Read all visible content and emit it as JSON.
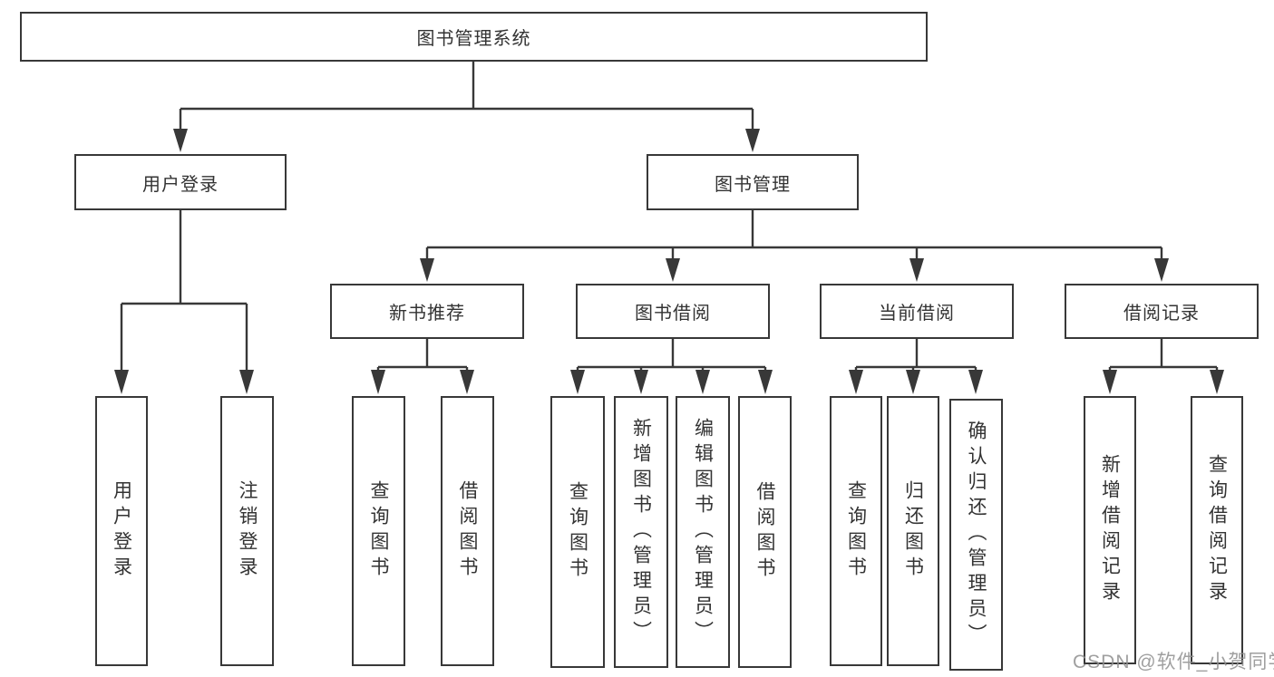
{
  "colors": {
    "background": "#ffffff",
    "line": "#383838",
    "box_border": "#383838",
    "text": "#333333",
    "watermark": "#8f8f8f"
  },
  "watermark": {
    "text": "CSDN @软件_小贺同学"
  },
  "diagram": {
    "root": {
      "label": "图书管理系统"
    },
    "branches": [
      {
        "label": "用户登录",
        "children": [
          {
            "label": "用户登录"
          },
          {
            "label": "注销登录"
          }
        ]
      },
      {
        "label": "图书管理",
        "groups": [
          {
            "label": "新书推荐",
            "children": [
              {
                "label": "查询图书"
              },
              {
                "label": "借阅图书"
              }
            ]
          },
          {
            "label": "图书借阅",
            "children": [
              {
                "label": "查询图书"
              },
              {
                "label": "新增图书（管理员）"
              },
              {
                "label": "编辑图书（管理员）"
              },
              {
                "label": "借阅图书"
              }
            ]
          },
          {
            "label": "当前借阅",
            "children": [
              {
                "label": "查询图书"
              },
              {
                "label": "归还图书"
              },
              {
                "label": "确认归还（管理员）"
              }
            ]
          },
          {
            "label": "借阅记录",
            "children": [
              {
                "label": "新增借阅记录"
              },
              {
                "label": "查询借阅记录"
              }
            ]
          }
        ]
      }
    ]
  }
}
